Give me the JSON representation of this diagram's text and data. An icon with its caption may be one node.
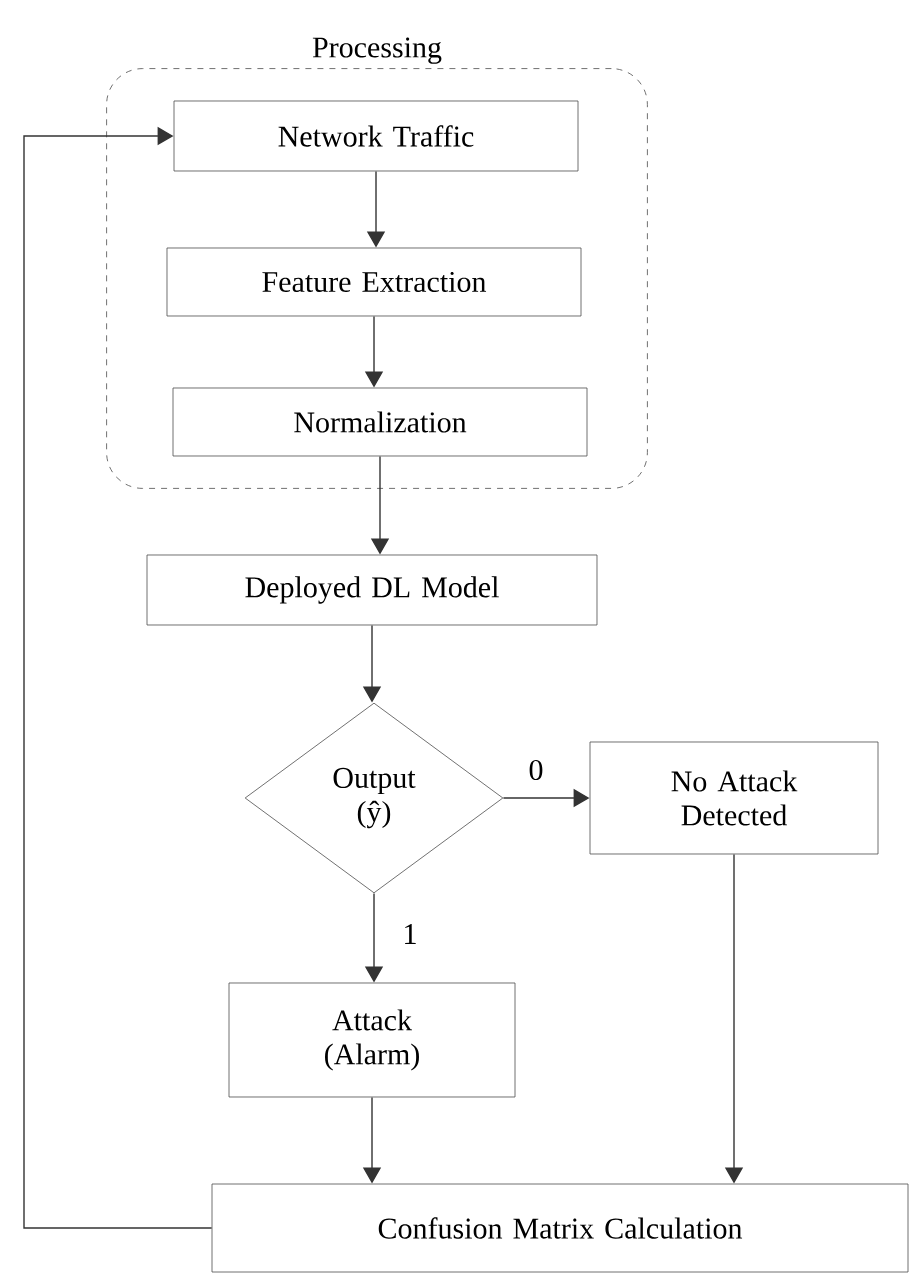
{
  "diagram": {
    "nodes": [
      {
        "text": [
          "Processing"
        ]
      },
      {
        "text": [
          "Network Traffic"
        ],
        "in": 0
      },
      {
        "text": [
          "Feature Extraction"
        ],
        "in": 0
      },
      {
        "text": [
          "Normalization"
        ],
        "in": 0
      },
      {
        "text": [
          "Deployed DL Model"
        ]
      },
      {
        "text": [
          "Output (ŷ)"
        ]
      },
      {
        "text": [
          "No Attack Detected"
        ]
      },
      {
        "text": [
          "Attack (Alarm)"
        ]
      },
      {
        "text": [
          "Confusion Matrix Calculation"
        ]
      }
    ],
    "edges": [
      {
        "from": 1,
        "to": 2,
        "arrow": "to"
      },
      {
        "from": 2,
        "to": 3,
        "arrow": "to"
      },
      {
        "from": 3,
        "to": 4,
        "arrow": "to"
      },
      {
        "from": 4,
        "to": 5,
        "arrow": "to"
      },
      {
        "from": 5,
        "to": 6,
        "arrow": "to",
        "label": "0"
      },
      {
        "from": 5,
        "to": 7,
        "arrow": "to",
        "label": "1"
      },
      {
        "from": 7,
        "to": 8,
        "arrow": "to"
      },
      {
        "from": 6,
        "to": 8,
        "arrow": "to"
      },
      {
        "from": 8,
        "to": 1,
        "arrow": "to"
      }
    ]
  }
}
